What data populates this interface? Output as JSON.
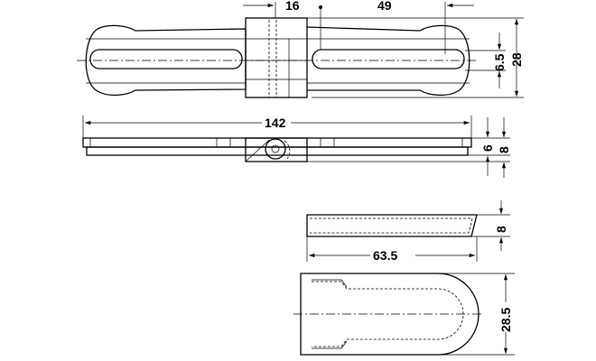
{
  "title": "Connector fitting dimension drawing",
  "dimensions": {
    "block_offset": "16",
    "slot_spacing": "49",
    "slot_width": "6.5",
    "overall_width": "28",
    "overall_length": "142",
    "plate_thickness": "6",
    "total_height": "8",
    "cap_height": "8",
    "cap_length": "63.5",
    "cap_width": "28.5"
  }
}
